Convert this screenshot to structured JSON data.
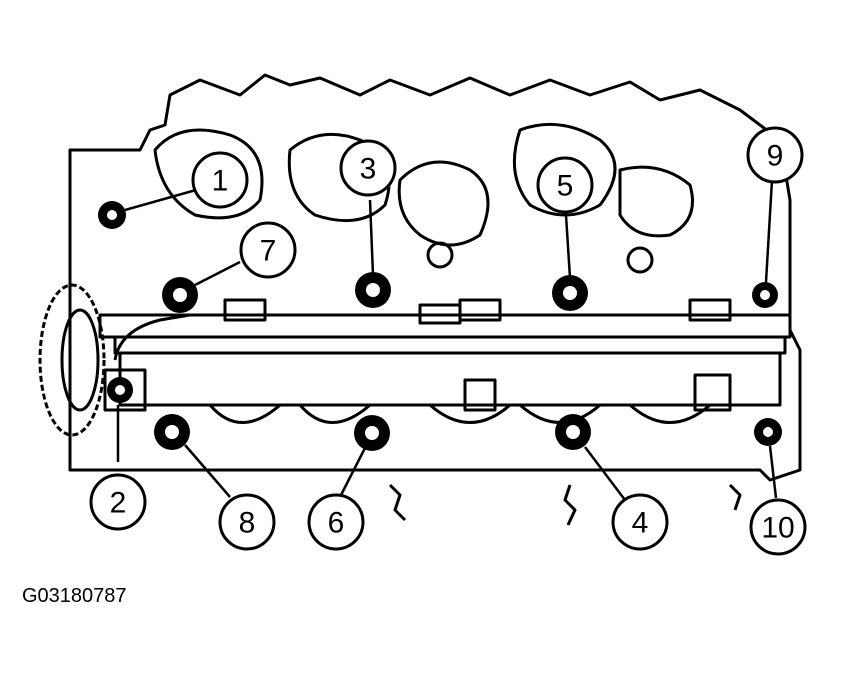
{
  "figure_code": "G03180787",
  "callouts": [
    {
      "label": "1",
      "target": "bolt-1"
    },
    {
      "label": "2",
      "target": "bolt-2"
    },
    {
      "label": "3",
      "target": "bolt-3"
    },
    {
      "label": "4",
      "target": "bolt-4"
    },
    {
      "label": "5",
      "target": "bolt-5"
    },
    {
      "label": "6",
      "target": "bolt-6"
    },
    {
      "label": "7",
      "target": "bolt-7"
    },
    {
      "label": "8",
      "target": "bolt-8"
    },
    {
      "label": "9",
      "target": "bolt-9"
    },
    {
      "label": "10",
      "target": "bolt-10"
    }
  ],
  "colors": {
    "ink": "#000000",
    "paper": "#ffffff"
  }
}
